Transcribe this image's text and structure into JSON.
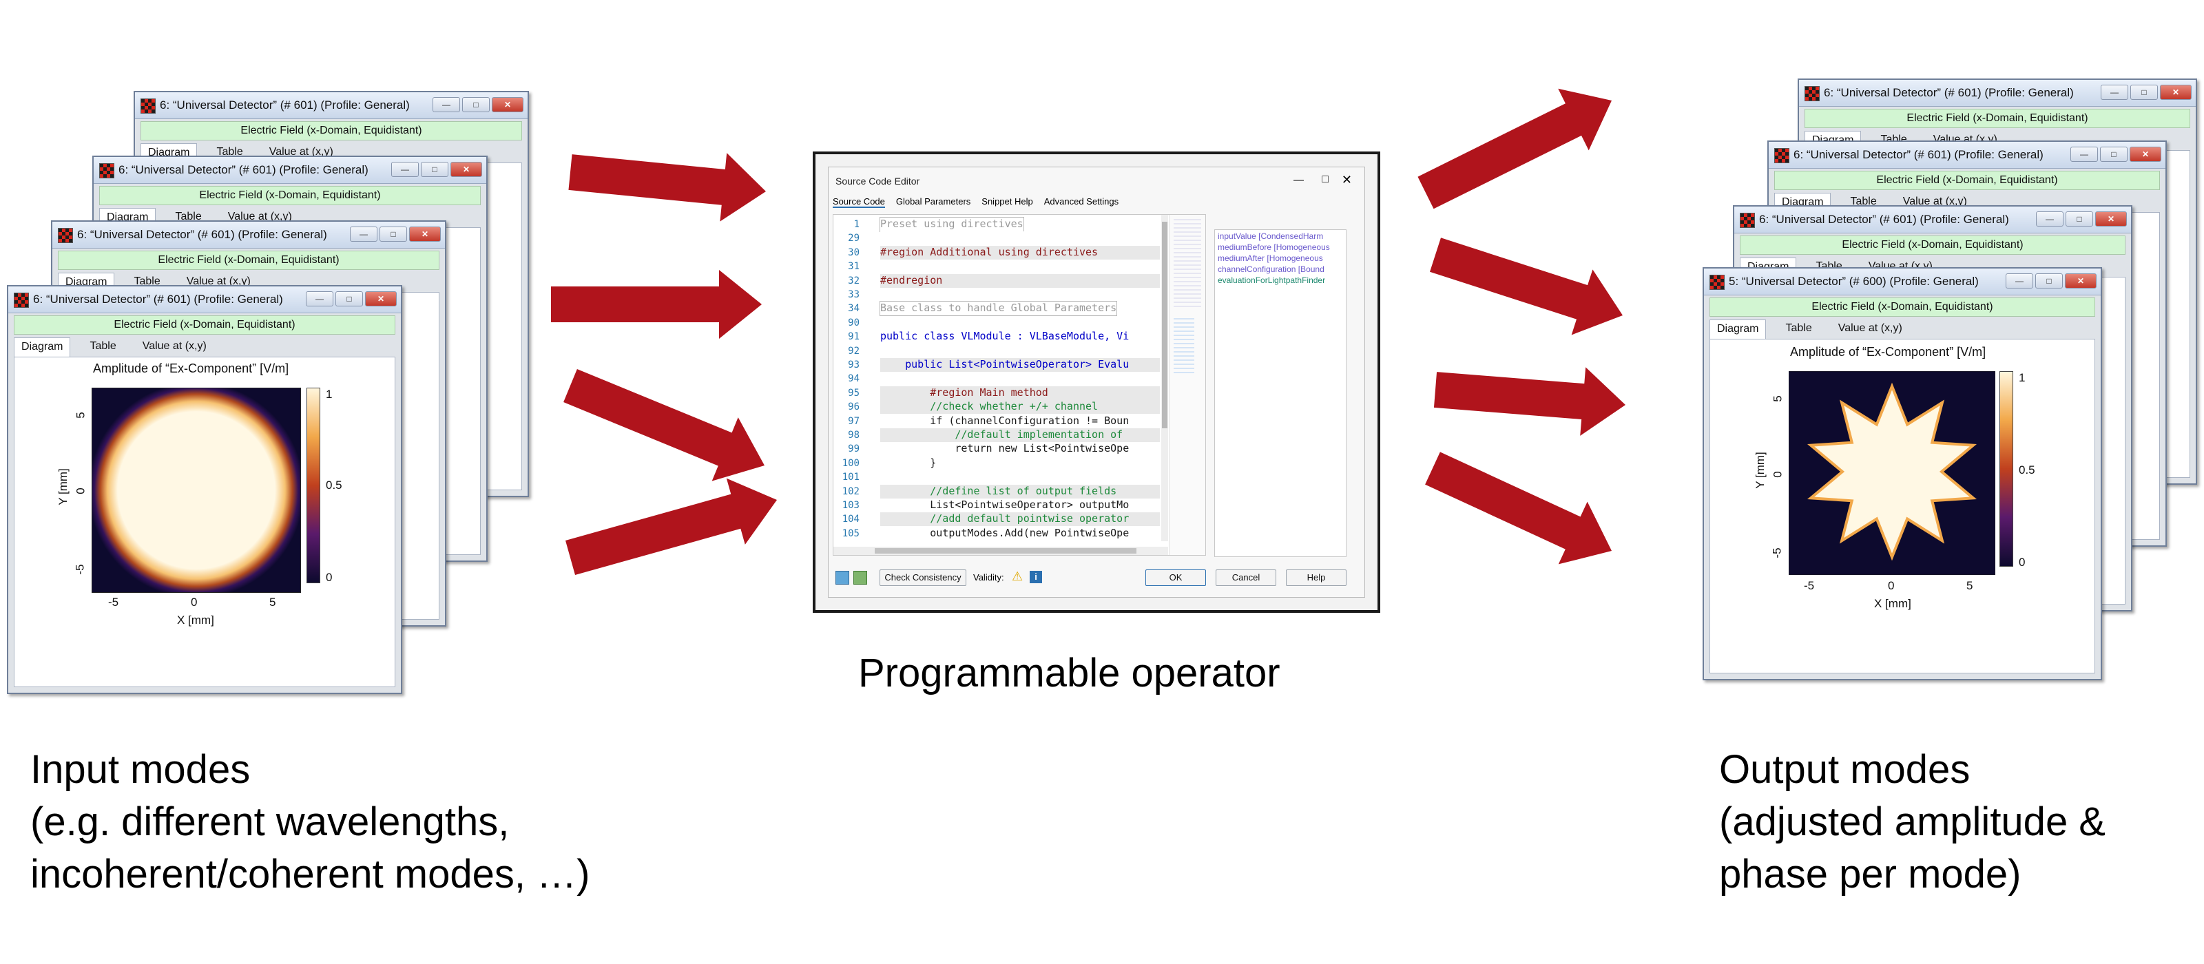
{
  "input_windows": [
    {
      "title": "6: “Universal Detector” (# 601) (Profile: General)",
      "subtitle": "Electric Field (x-Domain, Equidistant)",
      "tabs": [
        "Diagram",
        "Table",
        "Value at (x,y)"
      ]
    },
    {
      "title": "6: “Universal Detector” (# 601) (Profile: General)",
      "subtitle": "Electric Field (x-Domain, Equidistant)",
      "tabs": [
        "Diagram",
        "Table",
        "Value at (x,y)"
      ]
    },
    {
      "title": "6: “Universal Detector” (# 601) (Profile: General)",
      "subtitle": "Electric Field (x-Domain, Equidistant)",
      "tabs": [
        "Diagram",
        "Table",
        "Value at (x,y)"
      ]
    },
    {
      "title": "6: “Universal Detector” (# 601) (Profile: General)",
      "subtitle": "Electric Field (x-Domain, Equidistant)",
      "tabs": [
        "Diagram",
        "Table",
        "Value at (x,y)"
      ]
    }
  ],
  "input_plot": {
    "title": "Amplitude of “Ex-Component”  [V/m]",
    "xlabel": "X [mm]",
    "ylabel": "Y [mm]",
    "xticks": [
      "-5",
      "0",
      "5"
    ],
    "yticks": [
      "5",
      "0",
      "-5"
    ],
    "colorbar_ticks": [
      "1",
      "0.5",
      "0"
    ]
  },
  "output_windows": [
    {
      "title": "6: “Universal Detector” (# 601) (Profile: General)",
      "subtitle": "Electric Field (x-Domain, Equidistant)",
      "tabs": [
        "Diagram",
        "Table",
        "Value at (x,y)"
      ]
    },
    {
      "title": "6: “Universal Detector” (# 601) (Profile: General)",
      "subtitle": "Electric Field (x-Domain, Equidistant)",
      "tabs": [
        "Diagram",
        "Table",
        "Value at (x,y)"
      ]
    },
    {
      "title": "6: “Universal Detector” (# 601) (Profile: General)",
      "subtitle": "Electric Field (x-Domain, Equidistant)",
      "tabs": [
        "Diagram",
        "Table",
        "Value at (x,y)"
      ]
    },
    {
      "title": "5: “Universal Detector” (# 600) (Profile: General)",
      "subtitle": "Electric Field (x-Domain, Equidistant)",
      "tabs": [
        "Diagram",
        "Table",
        "Value at (x,y)"
      ]
    }
  ],
  "output_plot": {
    "title": "Amplitude of “Ex-Component”  [V/m]",
    "xlabel": "X [mm]",
    "ylabel": "Y [mm]",
    "xticks": [
      "-5",
      "0",
      "5"
    ],
    "yticks": [
      "5",
      "0",
      "-5"
    ],
    "colorbar_ticks": [
      "1",
      "0.5",
      "0"
    ]
  },
  "editor": {
    "title": "Source Code Editor",
    "tabs": [
      "Source Code",
      "Global Parameters",
      "Snippet Help",
      "Advanced Settings"
    ],
    "code_lines": [
      {
        "num": "1",
        "text": "Preset using directives",
        "style": "collapsed"
      },
      {
        "num": "29",
        "text": "",
        "style": "plain"
      },
      {
        "num": "30",
        "text": "#region Additional using directives",
        "style": "region"
      },
      {
        "num": "31",
        "text": "",
        "style": "plain"
      },
      {
        "num": "32",
        "text": "#endregion",
        "style": "region"
      },
      {
        "num": "33",
        "text": "",
        "style": "plain"
      },
      {
        "num": "34",
        "text": "Base class to handle Global Parameters",
        "style": "collapsed"
      },
      {
        "num": "90",
        "text": "",
        "style": "plain"
      },
      {
        "num": "91",
        "text": "public class VLModule : VLBaseModule, Vi",
        "style": "class"
      },
      {
        "num": "92",
        "text": "",
        "style": "plain"
      },
      {
        "num": "93",
        "text": "    public List<PointwiseOperator> Evalu",
        "style": "method"
      },
      {
        "num": "94",
        "text": "",
        "style": "plain"
      },
      {
        "num": "95",
        "text": "        #region Main method",
        "style": "region"
      },
      {
        "num": "96",
        "text": "        //check whether +/+ channel",
        "style": "comment"
      },
      {
        "num": "97",
        "text": "        if (channelConfiguration != Boun",
        "style": "code"
      },
      {
        "num": "98",
        "text": "            //default implementation of",
        "style": "comment"
      },
      {
        "num": "99",
        "text": "            return new List<PointwiseOpe",
        "style": "code"
      },
      {
        "num": "100",
        "text": "        }",
        "style": "code"
      },
      {
        "num": "101",
        "text": "",
        "style": "plain"
      },
      {
        "num": "102",
        "text": "        //define list of output fields",
        "style": "comment"
      },
      {
        "num": "103",
        "text": "        List<PointwiseOperator> outputMo",
        "style": "code"
      },
      {
        "num": "104",
        "text": "        //add default pointwise operator",
        "style": "comment"
      },
      {
        "num": "105",
        "text": "        outputModes.Add(new PointwiseOpe",
        "style": "code"
      }
    ],
    "side_params": [
      "inputValue [CondensedHarm",
      "mediumBefore [Homogeneous",
      "mediumAfter [Homogeneous",
      "channelConfiguration [Bound",
      "evaluationForLightpathFinder"
    ],
    "check_button": "Check Consistency",
    "validity_label": "Validity:",
    "ok_button": "OK",
    "cancel_button": "Cancel",
    "help_button": "Help"
  },
  "labels": {
    "center": "Programmable operator",
    "input_lines": [
      "Input modes",
      "(e.g. different wavelengths,",
      "incoherent/coherent modes, …)"
    ],
    "output_lines": [
      "Output modes",
      "(adjusted amplitude &",
      "phase per mode)"
    ]
  },
  "colors": {
    "arrow": "#b0141c",
    "window_subtitle_bg": "#d2f5d2",
    "plot_background": "#0d0a2e",
    "plot_max": "#fff6dc"
  }
}
